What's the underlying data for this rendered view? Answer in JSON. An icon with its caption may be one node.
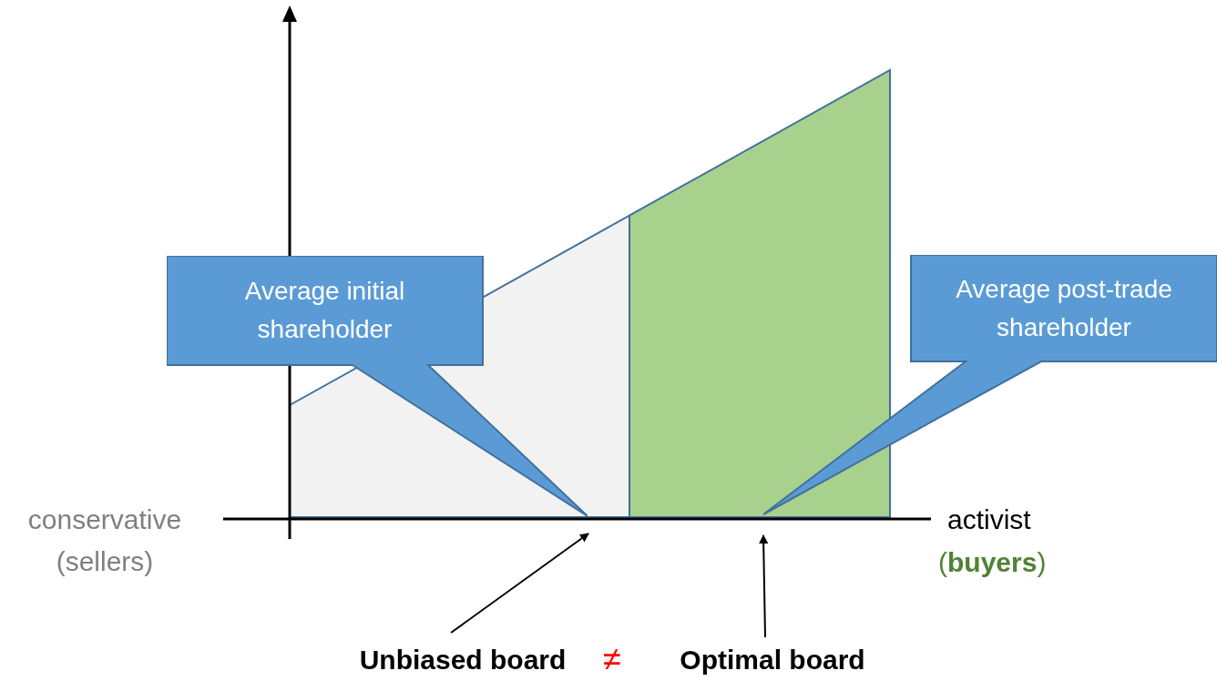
{
  "diagram": {
    "nodes": [
      {
        "text": [
          "Average initial shareholder"
        ]
      },
      {
        "text": [
          "Average post-trade shareholder"
        ]
      },
      {
        "text": [
          "Unbiased board"
        ]
      },
      {
        "text": [
          "Optimal board"
        ]
      }
    ],
    "edges": [
      {
        "from": 2,
        "to": 0,
        "arrow": "to"
      },
      {
        "from": 3,
        "to": 1,
        "arrow": "to"
      }
    ],
    "labels": [
      "conservative (sellers)",
      "activist",
      "(**buyers**)",
      "≠"
    ]
  }
}
